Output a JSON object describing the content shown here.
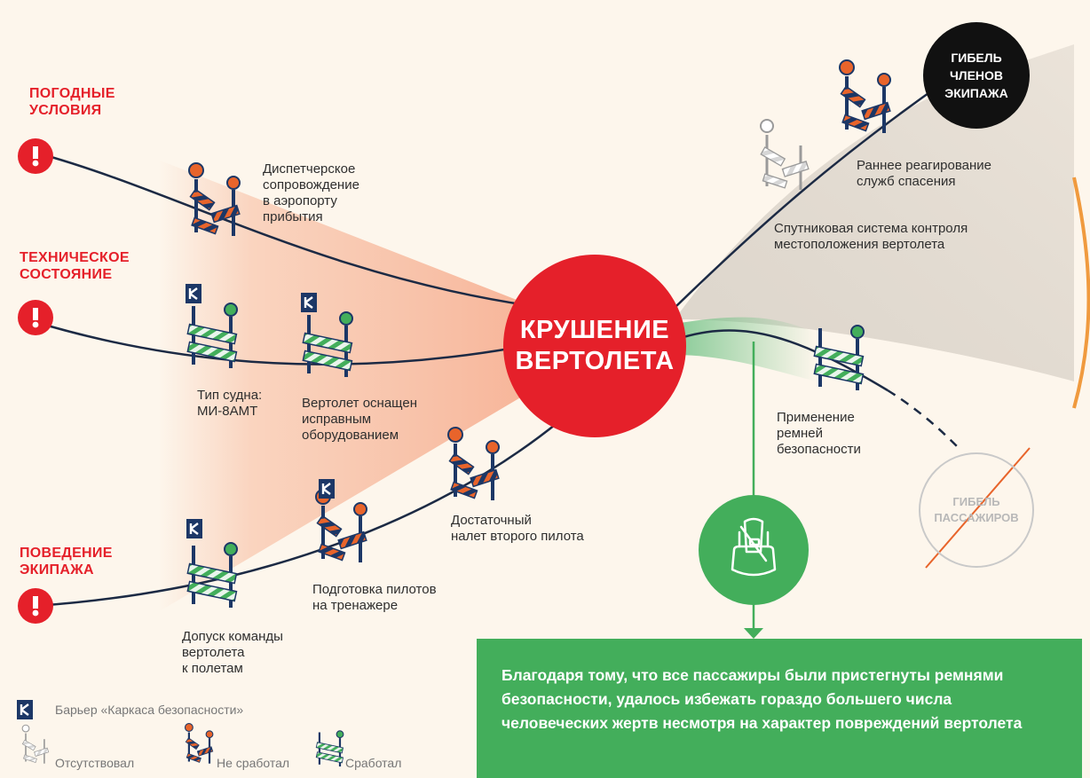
{
  "threats": {
    "weather": "ПОГОДНЫЕ\nУСЛОВИЯ",
    "technical": "ТЕХНИЧЕСКОЕ\nСОСТОЯНИЕ",
    "crew": "ПОВЕДЕНИЕ\nЭКИПАЖА"
  },
  "top_event": "КРУШЕНИЕ\nВЕРТОЛЕТА",
  "consequences": {
    "crew_death": "ГИБЕЛЬ\nЧЛЕНОВ\nЭКИПАЖА",
    "passenger_death": "ГИБЕЛЬ\nПАССАЖИРОВ"
  },
  "barriers": {
    "dispatcher": "Диспетчерское\nсопровождение\nв аэропорту\nприбытия",
    "vessel_type": "Тип судна:\nМИ-8АМТ",
    "equipment": "Вертолет оснащен\nисправным\nоборудованием",
    "copilot_hours": "Достаточный\nналет второго пилота",
    "simulator": "Подготовка пилотов\nна тренажере",
    "crew_admission": "Допуск команды\nвертолета\nк полетам",
    "satellite": "Спутниковая система контроля\nместоположения вертолета",
    "rescue": "Раннее реагирование\nслужб спасения",
    "seatbelts": "Применение\nремней\nбезопасности"
  },
  "info_text": "Благодаря тому, что все пассажиры были пристегнуты ремнями безопасности, удалось избежать гораздо большего числа человеческих жертв несмотря на характер повреждений вертолета",
  "legend": {
    "framework": "Барьер «Каркаса безопасности»",
    "absent": "Отсутствовал",
    "failed": "Не сработал",
    "worked": "Сработал"
  },
  "colors": {
    "red": "#e5202a",
    "green": "#43ae5b",
    "orange": "#e8642b",
    "navy": "#1c3766",
    "black": "#111111",
    "background": "#fdf6ec"
  }
}
